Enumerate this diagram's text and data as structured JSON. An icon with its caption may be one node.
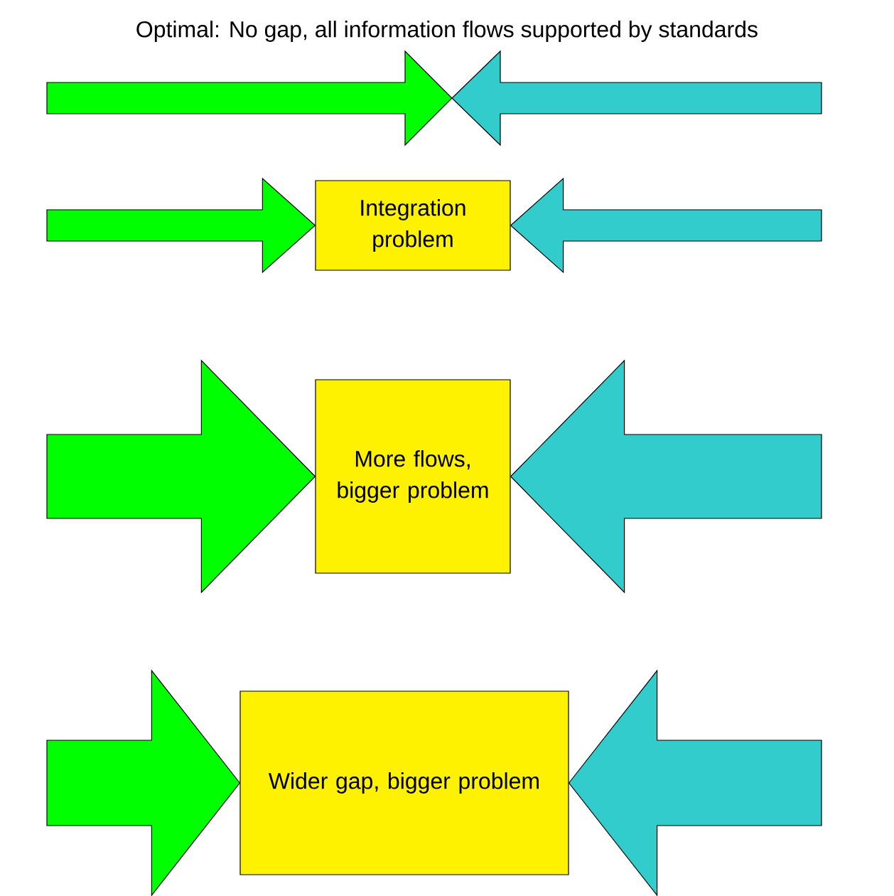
{
  "diagram": {
    "title": "Optimal: No gap, all information flows supported by standards",
    "nodes": [
      {
        "text": [
          "Integration problem"
        ]
      },
      {
        "text": [
          "More flows, bigger problem"
        ]
      },
      {
        "text": [
          "Wider gap, bigger problem"
        ]
      }
    ],
    "edges": [
      {
        "from": null,
        "to": 0,
        "arrow": "to",
        "color": "#00ff00"
      },
      {
        "from": null,
        "to": 0,
        "arrow": "to",
        "color": "#33cccc"
      },
      {
        "from": null,
        "to": 1,
        "arrow": "to",
        "color": "#00ff00"
      },
      {
        "from": null,
        "to": 1,
        "arrow": "to",
        "color": "#33cccc"
      },
      {
        "from": null,
        "to": 2,
        "arrow": "to",
        "color": "#00ff00"
      },
      {
        "from": null,
        "to": 2,
        "arrow": "to",
        "color": "#33cccc"
      }
    ]
  }
}
